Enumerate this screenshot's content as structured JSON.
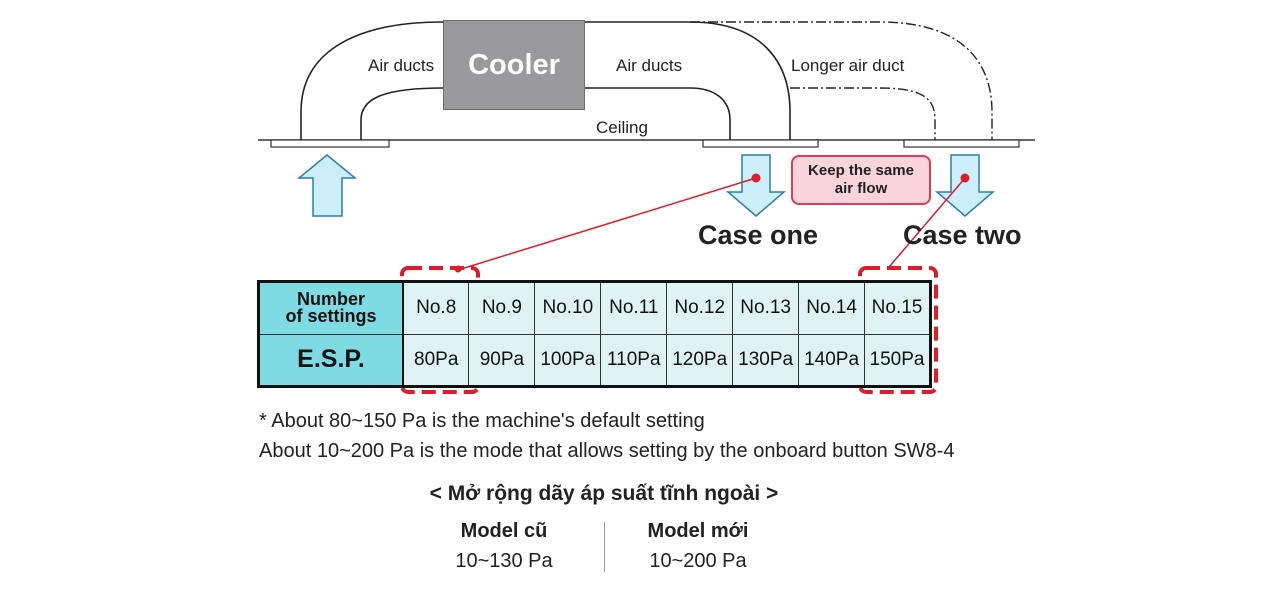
{
  "diagram": {
    "cooler": "Cooler",
    "air_ducts_left": "Air ducts",
    "air_ducts_right": "Air ducts",
    "longer_air_duct": "Longer air duct",
    "ceiling": "Ceiling",
    "keep_same_line1": "Keep the same",
    "keep_same_line2": "air flow",
    "case_one": "Case one",
    "case_two": "Case two"
  },
  "table": {
    "row1_label_line1": "Number",
    "row1_label_line2": "of settings",
    "row2_label": "E.S.P.",
    "settings": [
      "No.8",
      "No.9",
      "No.10",
      "No.11",
      "No.12",
      "No.13",
      "No.14",
      "No.15"
    ],
    "esp": [
      "80Pa",
      "90Pa",
      "100Pa",
      "110Pa",
      "120Pa",
      "130Pa",
      "140Pa",
      "150Pa"
    ]
  },
  "notes": {
    "line1": "* About 80~150 Pa is the machine's default setting",
    "line2": "About 10~200 Pa is the mode that allows setting by the onboard button SW8-4"
  },
  "comparison": {
    "title": "< Mở rộng dãy áp suất tĩnh ngoài >",
    "old_model_label": "Model cũ",
    "old_model_range": "10~130 Pa",
    "new_model_label": "Model mới",
    "new_model_range": "10~200 Pa"
  },
  "colors": {
    "cooler": "#9a9a9c",
    "table_header": "#7fdbe3",
    "table_cell": "#dff3f5",
    "arrow_fill": "#cdeefb",
    "arrow_stroke": "#2a7fb0",
    "highlight": "#e21b2a",
    "badge_fill": "#f9d3de"
  }
}
